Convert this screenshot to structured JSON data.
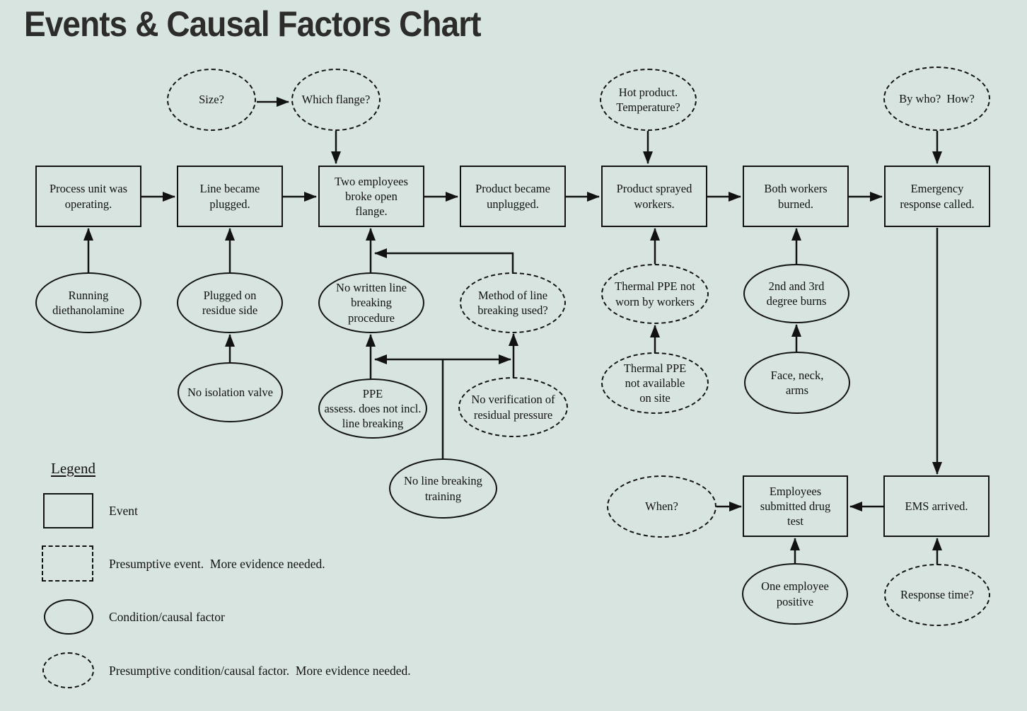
{
  "title": "Events & Causal Factors Chart",
  "colors": {
    "background": "#d7e4e0",
    "line_and_text": "#121212",
    "title_text": "#2c2c2a"
  },
  "legend": {
    "heading": "Legend",
    "items": [
      {
        "type": "event",
        "label": "Event"
      },
      {
        "type": "presumptive-event",
        "label": "Presumptive event.  More evidence needed."
      },
      {
        "type": "condition",
        "label": "Condition/causal factor"
      },
      {
        "type": "presumptive-condition",
        "label": "Presumptive condition/causal factor.  More evidence needed."
      }
    ]
  },
  "nodes": {
    "size": {
      "type": "presumptive-condition",
      "label": "Size?"
    },
    "which_flange": {
      "type": "presumptive-condition",
      "label": "Which flange?"
    },
    "hot_product": {
      "type": "presumptive-condition",
      "label": "Hot product.\nTemperature?"
    },
    "by_who": {
      "type": "presumptive-condition",
      "label": "By who?  How?"
    },
    "process_unit": {
      "type": "event",
      "label": "Process unit was\noperating."
    },
    "line_plugged": {
      "type": "event",
      "label": "Line became\nplugged."
    },
    "broke_flange": {
      "type": "event",
      "label": "Two employees\nbroke open\nflange."
    },
    "product_unplugged": {
      "type": "event",
      "label": "Product became\nunplugged."
    },
    "product_sprayed": {
      "type": "event",
      "label": "Product sprayed\nworkers."
    },
    "workers_burned": {
      "type": "event",
      "label": "Both workers\nburned."
    },
    "emergency_called": {
      "type": "event",
      "label": "Emergency\nresponse called."
    },
    "running_dea": {
      "type": "condition",
      "label": "Running\ndiethanolamine"
    },
    "plugged_residue": {
      "type": "condition",
      "label": "Plugged on\nresidue side"
    },
    "no_written_proc": {
      "type": "condition",
      "label": "No written line\nbreaking\nprocedure"
    },
    "method_breaking": {
      "type": "presumptive-condition",
      "label": "Method of line\nbreaking used?"
    },
    "thermal_ppe_worn": {
      "type": "presumptive-condition",
      "label": "Thermal PPE not\nworn by workers"
    },
    "degree_burns": {
      "type": "condition",
      "label": "2nd and 3rd\ndegree burns"
    },
    "no_isolation": {
      "type": "condition",
      "label": "No isolation valve"
    },
    "ppe_assess": {
      "type": "condition",
      "label": "PPE\nassess. does not incl.\nline breaking"
    },
    "no_verification": {
      "type": "presumptive-condition",
      "label": "No verification of\nresidual pressure"
    },
    "thermal_ppe_avail": {
      "type": "presumptive-condition",
      "label": "Thermal PPE\nnot available\non site"
    },
    "face_neck_arms": {
      "type": "condition",
      "label": "Face, neck,\narms"
    },
    "no_training": {
      "type": "condition",
      "label": "No line breaking\ntraining"
    },
    "when": {
      "type": "presumptive-condition",
      "label": "When?"
    },
    "drug_test": {
      "type": "event",
      "label": "Employees\nsubmitted drug\ntest"
    },
    "ems_arrived": {
      "type": "event",
      "label": "EMS arrived."
    },
    "one_employee": {
      "type": "condition",
      "label": "One employee\npositive"
    },
    "response_time": {
      "type": "presumptive-condition",
      "label": "Response time?"
    }
  }
}
